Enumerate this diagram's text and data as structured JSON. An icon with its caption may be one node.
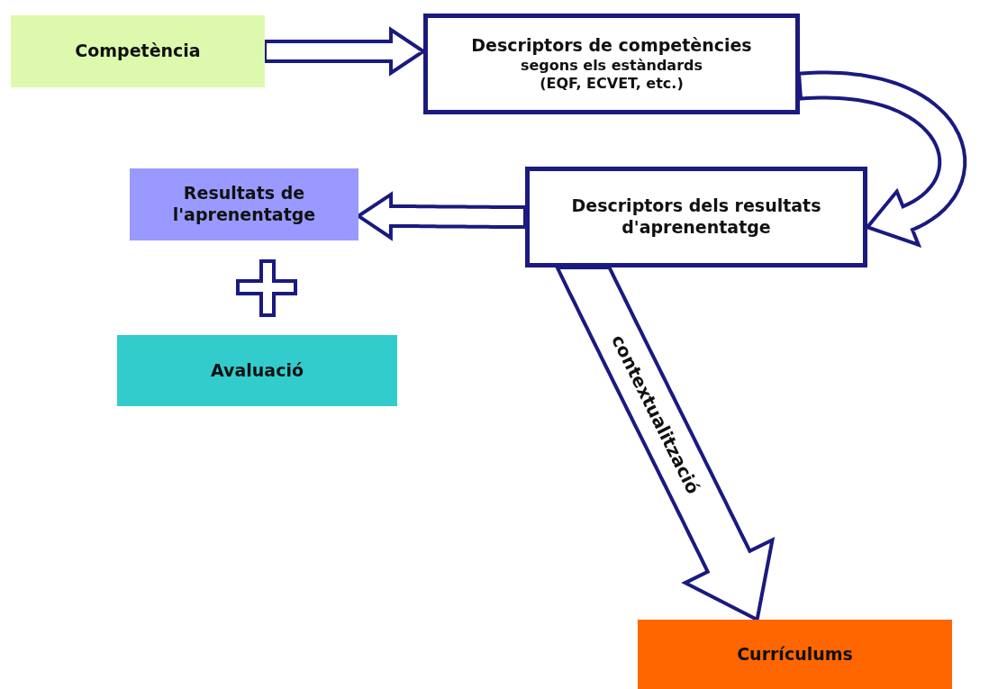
{
  "diagram": {
    "nodes": [
      {
        "text": [
          "Competència"
        ]
      },
      {
        "text": [
          "Descriptors de competències",
          "segons els estàndards (EQF, ECVET, etc.)"
        ]
      },
      {
        "text": [
          "Resultats de l'aprenentatge"
        ]
      },
      {
        "text": [
          "Descriptors dels resultats d'aprenentatge"
        ]
      },
      {
        "text": [
          "Avaluació"
        ]
      },
      {
        "text": [
          "Currículums"
        ]
      }
    ],
    "edges": [
      {
        "from": 0,
        "to": 1,
        "arrow": "to"
      },
      {
        "from": 1,
        "to": 3,
        "arrow": "to"
      },
      {
        "from": 3,
        "to": 2,
        "arrow": "to"
      },
      {
        "from": 3,
        "to": 5,
        "arrow": "to",
        "label": "contextualització"
      }
    ]
  }
}
